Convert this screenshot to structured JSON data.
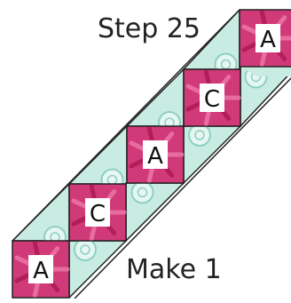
{
  "title": "Step 25",
  "caption": "Make 1",
  "blocks": [
    {
      "letter": "A",
      "fabric": "pink-floral"
    },
    {
      "letter": "C",
      "fabric": "pink-floral"
    },
    {
      "letter": "A",
      "fabric": "pink-floral"
    },
    {
      "letter": "C",
      "fabric": "pink-floral"
    },
    {
      "letter": "A",
      "fabric": "pink-floral"
    }
  ],
  "colors": {
    "pink": "#d13a78",
    "pink_dark": "#a8154f",
    "pink_light": "#ef7fae",
    "mint": "#c9ece2",
    "mint_light": "#e6f6f1",
    "teal_ring": "#8ed0c2",
    "outline": "#222222"
  }
}
